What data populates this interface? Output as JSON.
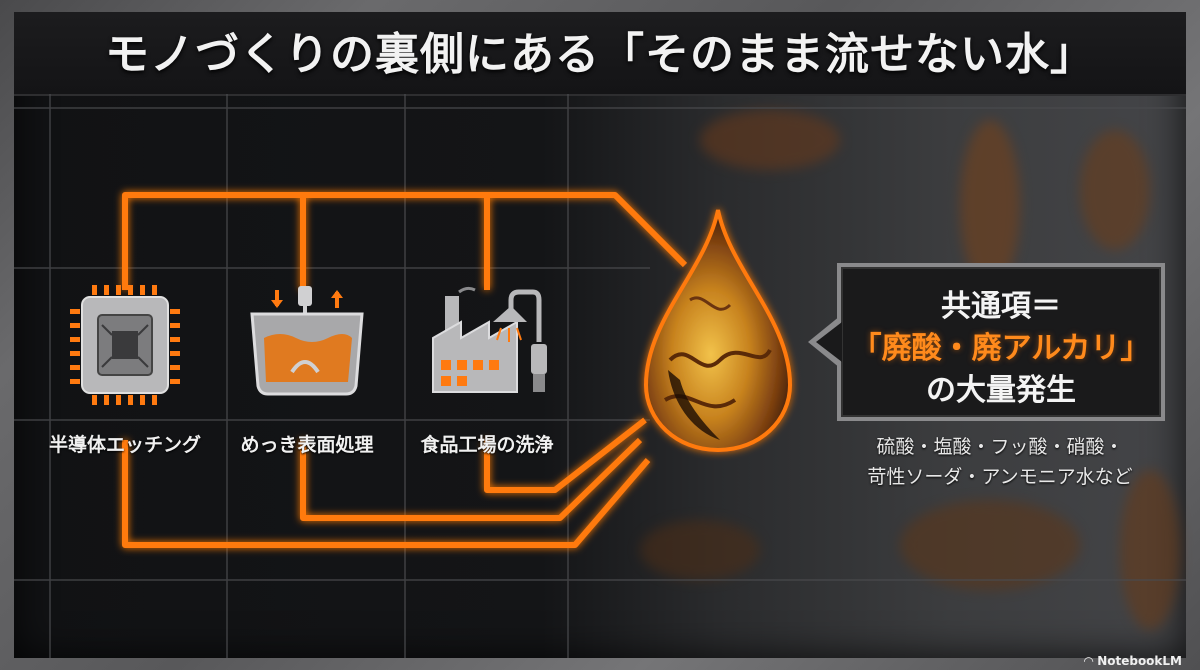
{
  "title": "モノづくりの裏側にある「そのまま流せない水」",
  "processes": [
    {
      "label": "半導体エッチング",
      "icon": "chip-icon"
    },
    {
      "label": "めっき表面処理",
      "icon": "plating-tank-icon"
    },
    {
      "label": "食品工場の洗浄",
      "icon": "factory-icon"
    }
  ],
  "callout": {
    "line1": "共通項＝",
    "line2": "「廃酸・廃アルカリ」",
    "line3": "の大量発生"
  },
  "examples": {
    "line1": "硫酸・塩酸・フッ酸・硝酸・",
    "line2": "苛性ソーダ・アンモニア水など"
  },
  "branding": {
    "name": "NotebookLM"
  },
  "colors": {
    "accent": "#ff7a10",
    "text": "#f2f2f2",
    "callout_border": "#8a8a8c"
  }
}
